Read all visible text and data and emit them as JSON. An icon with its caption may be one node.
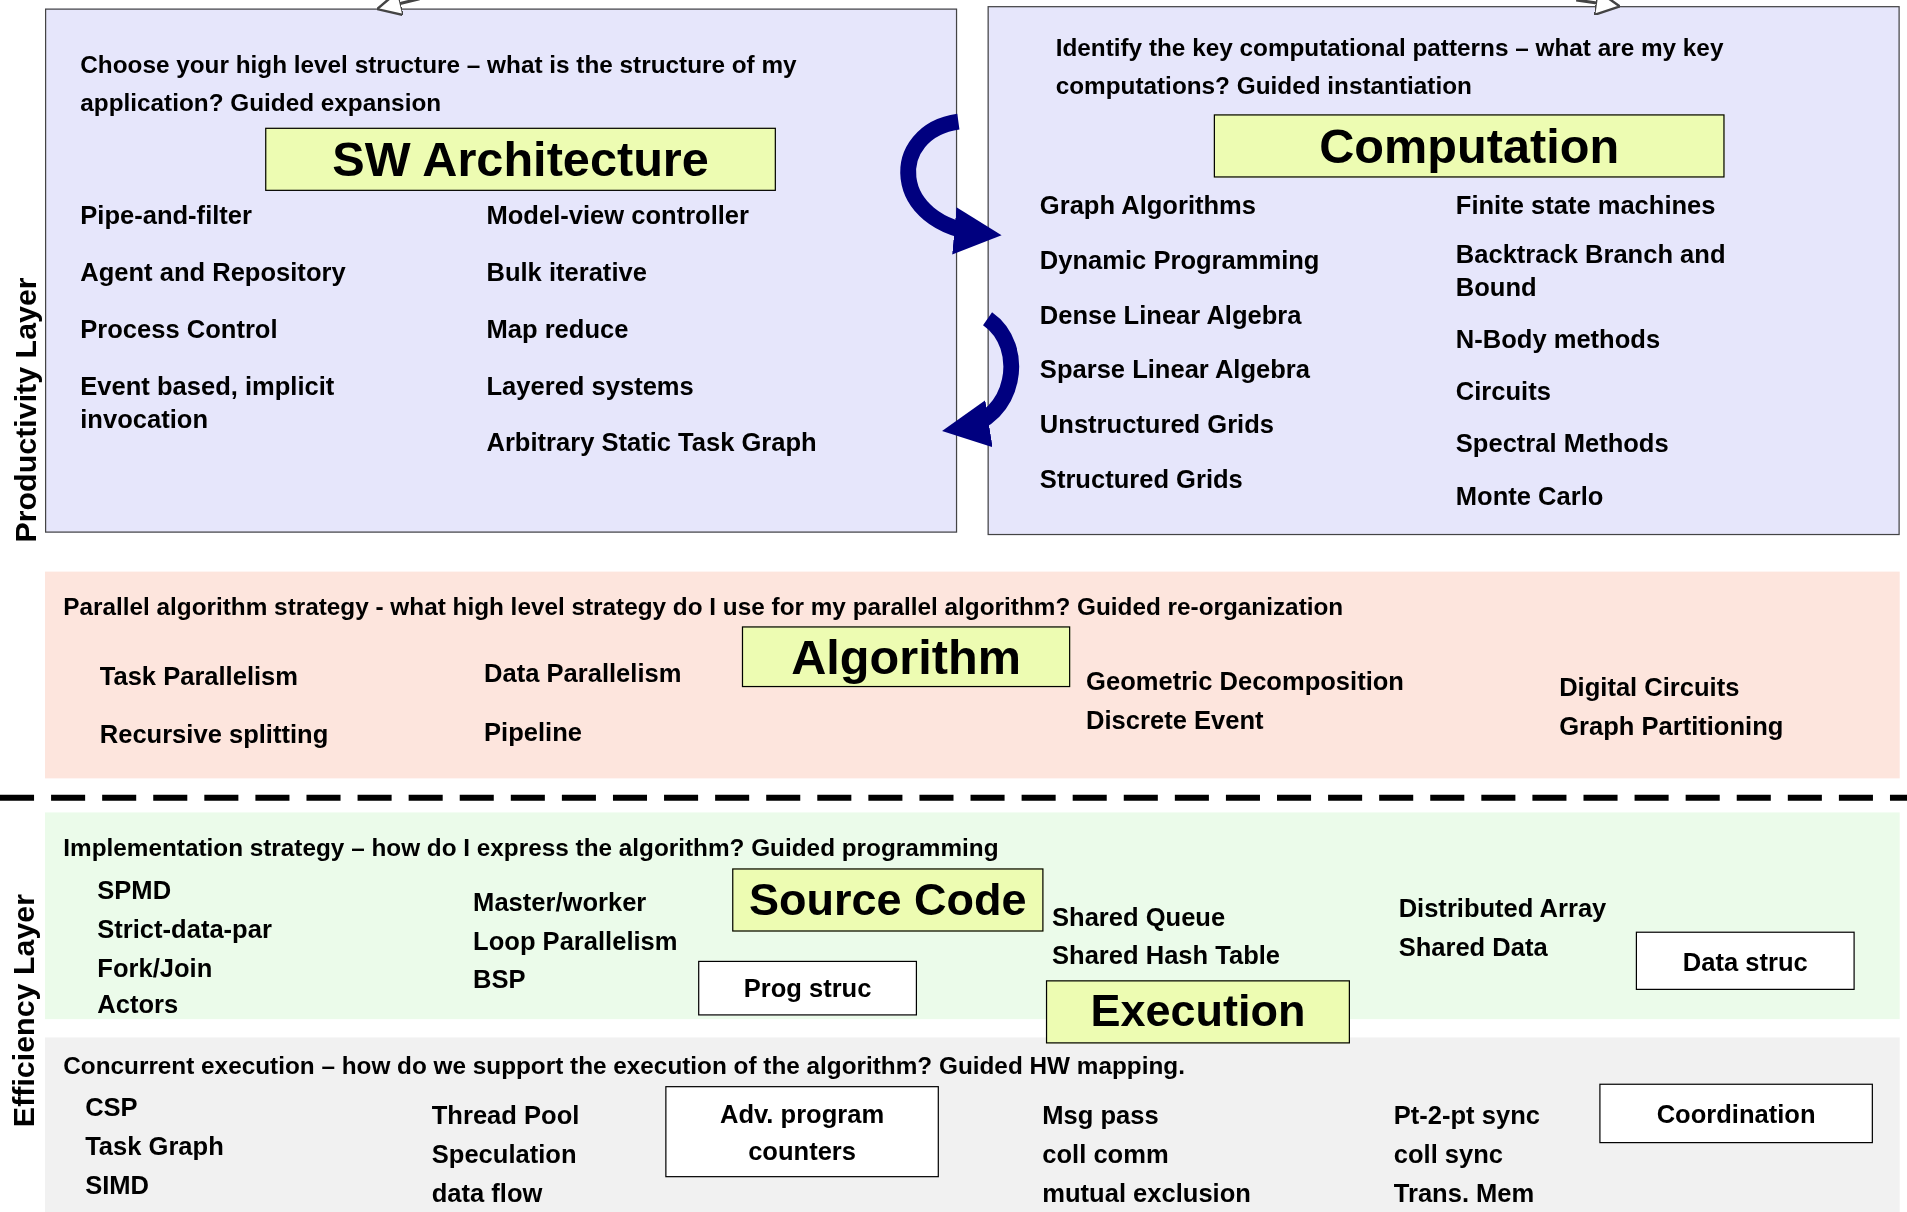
{
  "diagram": {
    "nodes": [
      {
        "text": [
          "Choose your high level structure – what is the structure of my application? Guided expansion"
        ]
      },
      {
        "text": [
          "SW Architecture"
        ],
        "in": 0
      },
      {
        "text": [
          "Identify the key computational patterns – what are my key computations? Guided instantiation"
        ]
      },
      {
        "text": [
          "Computation"
        ],
        "in": 2
      },
      {
        "text": [
          "Parallel algorithm strategy   - what high level strategy do I use for my parallel algorithm? Guided re-organization"
        ]
      },
      {
        "text": [
          "Algorithm"
        ],
        "in": 4
      },
      {
        "text": [
          "Implementation strategy – how do I express the algorithm? Guided programming"
        ]
      },
      {
        "text": [
          "Source Code"
        ],
        "in": 6
      },
      {
        "text": [
          "Prog struc"
        ],
        "in": 6
      },
      {
        "text": [
          "Data struc"
        ],
        "in": 6
      },
      {
        "text": [
          "Concurrent execution – how do we support the execution of the algorithm? Guided HW mapping."
        ]
      },
      {
        "text": [
          "Execution"
        ]
      },
      {
        "text": [
          "Adv. program counters"
        ],
        "in": 10
      },
      {
        "text": [
          "Coordination"
        ],
        "in": 10
      }
    ],
    "edges": [
      {
        "from": 0,
        "to": 2,
        "arrow": "to",
        "style": "thick",
        "color": "#00007f"
      },
      {
        "from": 2,
        "to": 0,
        "arrow": "to",
        "style": "thick",
        "color": "#00007f"
      },
      {
        "from": null,
        "to": 0,
        "arrow": "to"
      },
      {
        "from": null,
        "to": 2,
        "arrow": "to"
      }
    ],
    "labels": [
      "Productivity Layer",
      "Pipe-and-filter",
      "Agent and Repository",
      "Process Control",
      "Event based, implicit invocation",
      "Model-view controller",
      "Bulk iterative",
      "Map reduce",
      "Layered systems",
      "Arbitrary Static Task Graph",
      "Graph Algorithms",
      "Dynamic Programming",
      "Dense Linear Algebra",
      "Sparse Linear Algebra",
      "Unstructured Grids",
      "Structured Grids",
      "Finite state machines",
      "Backtrack Branch and Bound",
      "N-Body methods",
      "Circuits",
      "Spectral Methods",
      "Monte Carlo",
      "Task Parallelism",
      "Recursive splitting",
      "Data Parallelism",
      "Pipeline",
      "Geometric Decomposition",
      "Discrete Event",
      "Digital Circuits",
      "Graph Partitioning",
      "Efficiency Layer",
      "SPMD",
      "Strict-data-par",
      "Fork/Join",
      "Actors",
      "Master/worker",
      "Loop Parallelism",
      "BSP",
      "Shared Queue",
      "Shared Hash Table",
      "Distributed Array",
      "Shared Data",
      "CSP",
      "Task Graph",
      "SIMD",
      "Thread Pool",
      "Speculation",
      "data flow",
      "Msg pass",
      "coll comm",
      "mutual exclusion",
      "Pt-2-pt sync",
      "coll sync",
      "Trans. Mem"
    ]
  }
}
